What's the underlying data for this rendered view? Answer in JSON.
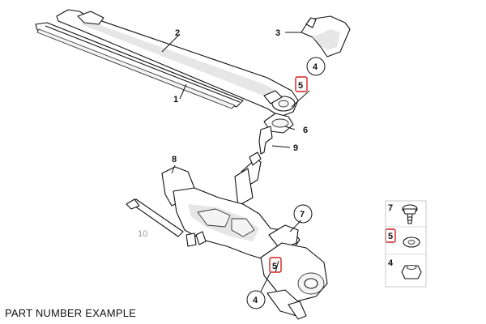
{
  "caption": "PART NUMBER EXAMPLE",
  "colors": {
    "highlight": "#d21f1f",
    "line": "#111111",
    "muted_label": "#9a9a9a"
  },
  "callouts": {
    "c1": "1",
    "c2": "2",
    "c3": "3",
    "c4_top": "4",
    "c5_top": "5",
    "c6": "6",
    "c7": "7",
    "c8": "8",
    "c9": "9",
    "c10": "10",
    "c5_mid": "5",
    "c4_bottom": "4"
  },
  "legend": {
    "r7": "7",
    "r5": "5",
    "r4": "4"
  }
}
